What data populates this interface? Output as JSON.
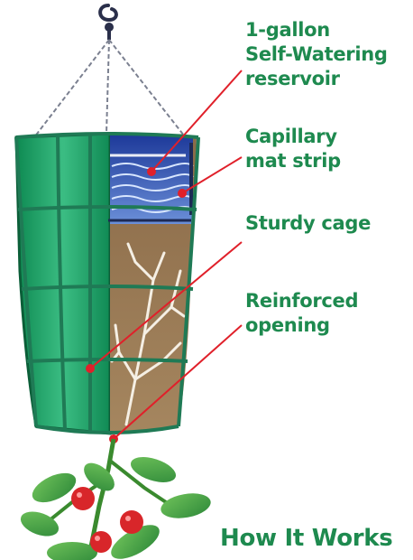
{
  "diagram": {
    "callouts": [
      {
        "id": "reservoir",
        "text": "1-gallon\nSelf-Watering\nreservoir",
        "color": "#1e8a4f"
      },
      {
        "id": "capillary-mat",
        "text": "Capillary\nmat strip",
        "color": "#1e8a4f"
      },
      {
        "id": "cage",
        "text": "Sturdy cage",
        "color": "#1e8a4f"
      },
      {
        "id": "opening",
        "text": "Reinforced\nopening",
        "color": "#1e8a4f"
      }
    ],
    "footer_title": "How It Works",
    "leader_line_color": "#e0202a",
    "cage_color": "#1f7a55",
    "soil_color": "#9a7a55",
    "water_color": "#4d7fd6"
  }
}
